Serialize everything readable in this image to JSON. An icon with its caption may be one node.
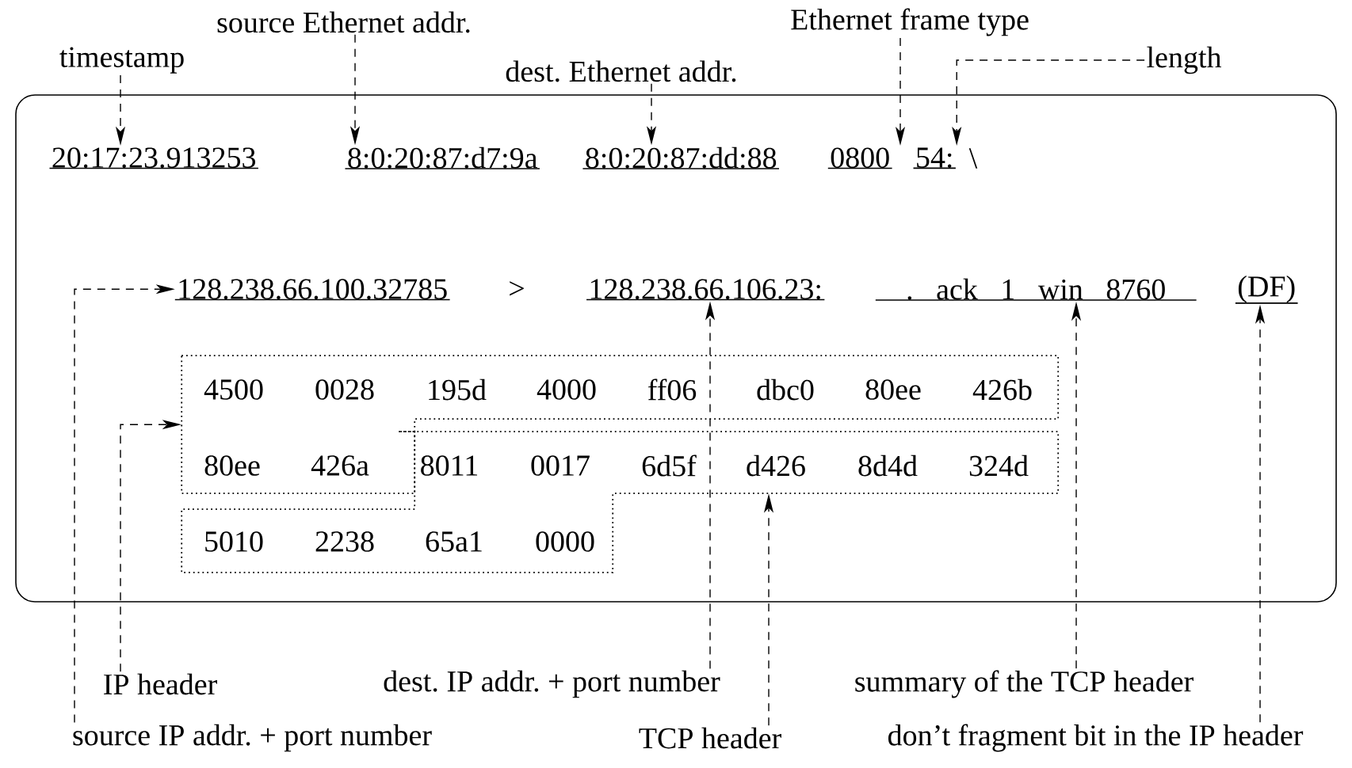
{
  "diagram": {
    "nodes": [
      {
        "text": [],
        "shape": "box"
      },
      {
        "text": [
          "20:17:23.913253"
        ],
        "in": 0
      },
      {
        "text": [
          "8:0:20:87:d7:9a"
        ],
        "in": 0
      },
      {
        "text": [
          "8:0:20:87:dd:88"
        ],
        "in": 0
      },
      {
        "text": [
          "0800"
        ],
        "in": 0
      },
      {
        "text": [
          "54:"
        ],
        "in": 0
      },
      {
        "text": [
          "128.238.66.100.32785"
        ],
        "in": 0
      },
      {
        "text": [
          "128.238.66.106.23:"
        ],
        "in": 0
      },
      {
        "text": [
          ". ack 1 win 8760"
        ],
        "in": 0
      },
      {
        "text": [
          "(DF)"
        ],
        "in": 0
      },
      {
        "text": [],
        "shape": "box",
        "in": 0
      },
      {
        "text": [],
        "shape": "box",
        "in": 0
      },
      {
        "text": [
          "timestamp"
        ]
      },
      {
        "text": [
          "source Ethernet addr."
        ]
      },
      {
        "text": [
          "dest. Ethernet addr."
        ]
      },
      {
        "text": [
          "Ethernet frame type"
        ]
      },
      {
        "text": [
          "length"
        ]
      },
      {
        "text": [
          "IP header"
        ]
      },
      {
        "text": [
          "dest. IP addr. + port number"
        ]
      },
      {
        "text": [
          "summary of the TCP header"
        ]
      },
      {
        "text": [
          "source IP addr. + port number"
        ]
      },
      {
        "text": [
          "TCP header"
        ]
      },
      {
        "text": [
          "don’t fragment bit in the IP header"
        ]
      }
    ],
    "edges": [
      {
        "from": 12,
        "to": 1,
        "arrow": "to",
        "style": "dashed"
      },
      {
        "from": 13,
        "to": 2,
        "arrow": "to",
        "style": "dashed"
      },
      {
        "from": 14,
        "to": 3,
        "arrow": "to",
        "style": "dashed"
      },
      {
        "from": 15,
        "to": 4,
        "arrow": "to",
        "style": "dashed"
      },
      {
        "from": 16,
        "to": 5,
        "arrow": "to",
        "style": "dashed"
      },
      {
        "from": 20,
        "to": 6,
        "arrow": "to",
        "style": "dashed"
      },
      {
        "from": 17,
        "to": 10,
        "arrow": "to",
        "style": "dashed"
      },
      {
        "from": 18,
        "to": 7,
        "arrow": "to",
        "style": "dashed"
      },
      {
        "from": 19,
        "to": 8,
        "arrow": "to",
        "style": "dashed"
      },
      {
        "from": 21,
        "to": 11,
        "arrow": "to",
        "style": "dashed"
      },
      {
        "from": 22,
        "to": 9,
        "arrow": "to",
        "style": "dashed"
      }
    ],
    "labels": [
      "\\",
      ">",
      "4500",
      "0028",
      "195d",
      "4000",
      "ff06",
      "dbc0",
      "80ee",
      "426b",
      "80ee",
      "426a",
      "8011",
      "0017",
      "6d5f",
      "d426",
      "8d4d",
      "324d",
      "5010",
      "2238",
      "65a1",
      "0000"
    ]
  }
}
